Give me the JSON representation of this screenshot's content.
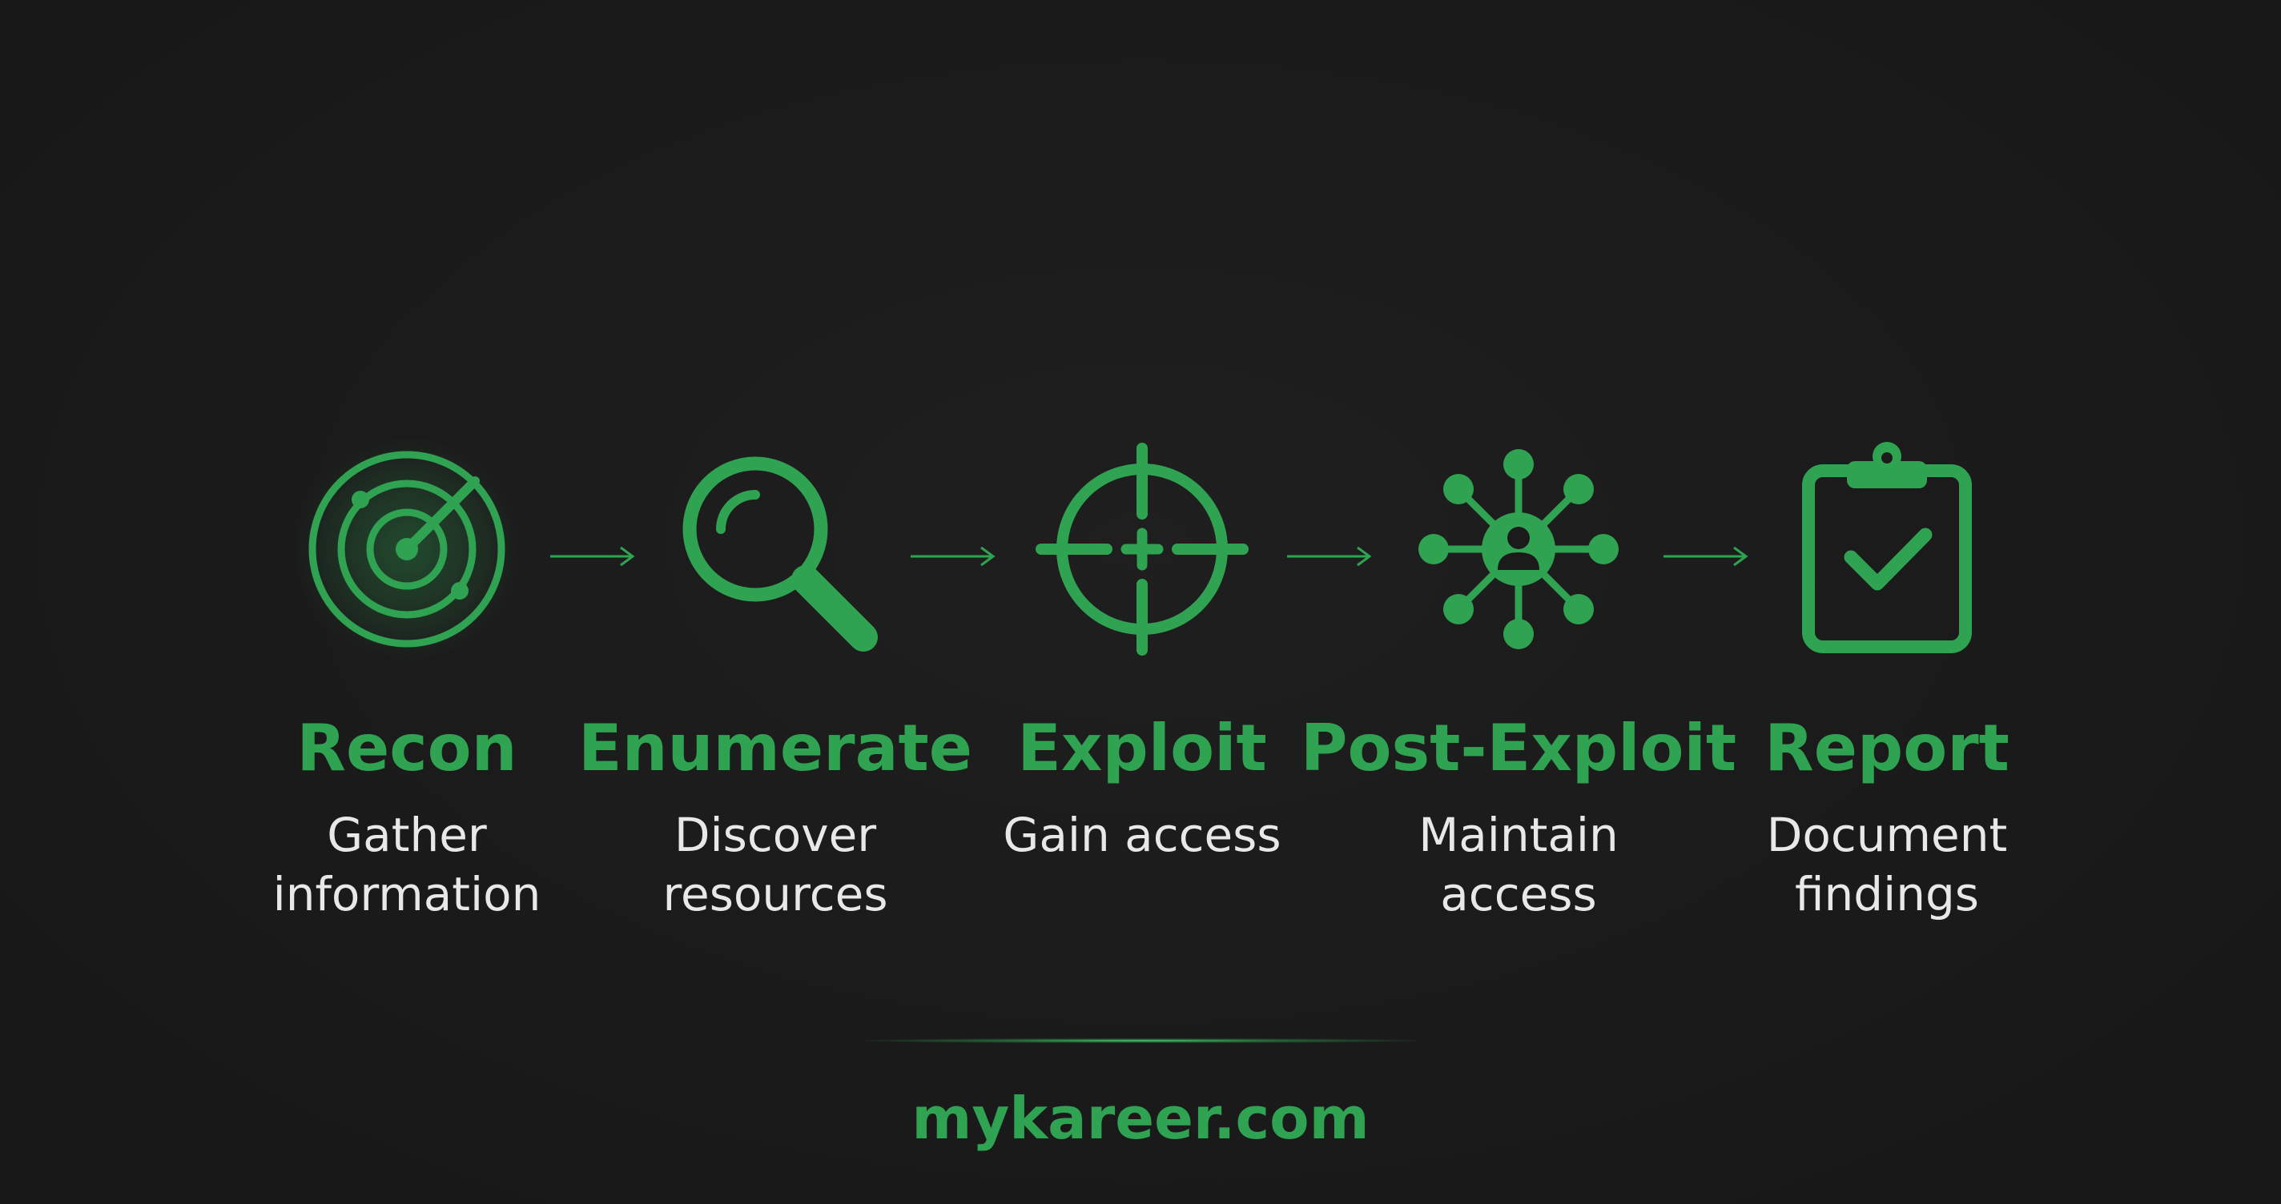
{
  "colors": {
    "background": "#1b1b1b",
    "accent": "#2fa352",
    "text": "#e8e8e8"
  },
  "steps": [
    {
      "icon": "radar-icon",
      "title": "Recon",
      "description": "Gather\ninformation"
    },
    {
      "icon": "magnifier-icon",
      "title": "Enumerate",
      "description": "Discover\nresources"
    },
    {
      "icon": "crosshair-icon",
      "title": "Exploit",
      "description": "Gain access"
    },
    {
      "icon": "network-user-icon",
      "title": "Post-Exploit",
      "description": "Maintain\naccess"
    },
    {
      "icon": "clipboard-check-icon",
      "title": "Report",
      "description": "Document\nfindings"
    }
  ],
  "connectors": [
    "arrow-icon",
    "arrow-icon",
    "arrow-icon",
    "arrow-icon"
  ],
  "footer": {
    "site": "mykareer.com"
  }
}
